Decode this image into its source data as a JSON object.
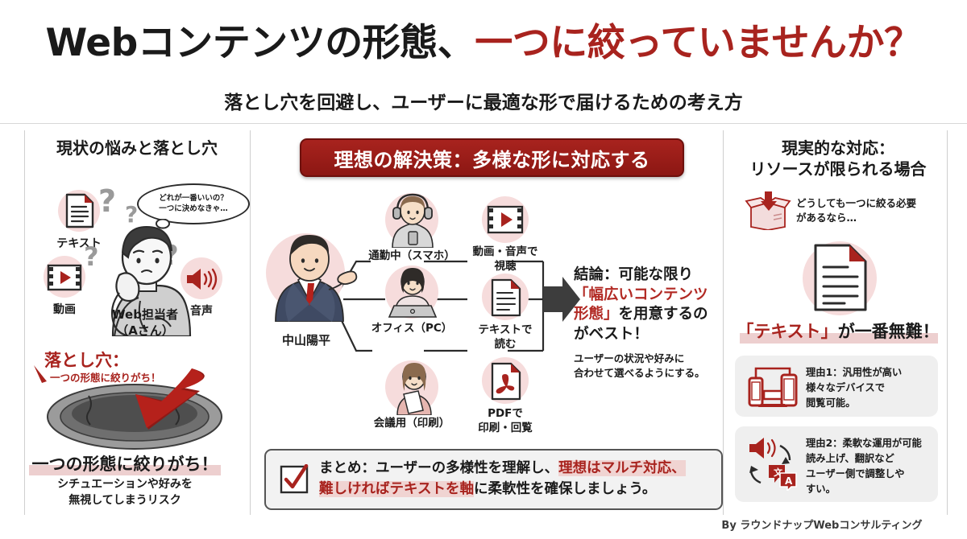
{
  "header": {
    "title_black_1": "Webコンテンツの形態、",
    "title_red": "一つに絞っていませんか？",
    "subtitle": "落とし穴を回避し、ユーザーに最適な形で届けるための考え方"
  },
  "left_column": {
    "heading": "現状の悩みと落とし穴",
    "icons": [
      {
        "name": "text-icon",
        "label": "テキスト"
      },
      {
        "name": "video-icon",
        "label": "動画"
      },
      {
        "name": "audio-icon",
        "label": "音声"
      }
    ],
    "thought_bubble": {
      "line1": "どれが一番いいの？",
      "line2": "一つに決めなきゃ…"
    },
    "person_label_line1": "Web担当者",
    "person_label_line2": "（Aさん）",
    "pitfall_title": "落とし穴：",
    "pitfall_sub": "一つの形態に絞りがち！",
    "bottom_strong": "一つの形態に絞りがち！",
    "bottom_note_line1": "シチュエーションや好みを",
    "bottom_note_line2": "無視してしまうリスク"
  },
  "center_column": {
    "banner": "理想の解決策：多様な形に対応する",
    "source_label": "中山陽平",
    "branches": [
      {
        "context": "通勤中（スマホ）",
        "outcome_line1": "動画・音声で",
        "outcome_line2": "視聴",
        "outcome_icon": "video-icon"
      },
      {
        "context": "オフィス（PC）",
        "outcome_line1": "テキストで",
        "outcome_line2": "読む",
        "outcome_icon": "text-document-icon"
      },
      {
        "context": "会議用（印刷）",
        "outcome_line1": "PDFで",
        "outcome_line2": "印刷・回覧",
        "outcome_icon": "pdf-icon"
      }
    ],
    "conclusion": {
      "line1": "結論：可能な限り",
      "line2_red": "「幅広いコンテンツ",
      "line3_red": "形態」",
      "line3_rest": "を用意するの",
      "line4": "がベスト！",
      "note_line1": "ユーザーの状況や好みに",
      "note_line2": "合わせて選べるようにする。"
    },
    "summary": {
      "line1_a": "まとめ：ユーザーの多様性を理解し、",
      "line1_mark": "理想はマルチ対応、",
      "line2_mark": "難しければテキストを軸",
      "line2_b": "に柔軟性を確保しましょう。"
    }
  },
  "right_column": {
    "heading_line1": "現実的な対応：",
    "heading_line2": "リソースが限られる場合",
    "box_note_line1": "どうしても一つに絞る必要",
    "box_note_line2": "があるなら…",
    "text_best_quoted": "「テキスト」",
    "text_best_rest": "が一番無難！",
    "reasons": [
      {
        "icon": "devices-icon",
        "line1": "理由1：汎用性が高い",
        "line2": "様々なデバイスで",
        "line3": "閲覧可能。"
      },
      {
        "icon": "speaker-translate-icon",
        "line1": "理由2：柔軟な運用が可能",
        "line2": "読み上げ、翻訳など",
        "line3": "ユーザー側で調整しや",
        "line4": "すい。"
      }
    ]
  },
  "footer": {
    "credit": "By ラウンドナップWebコンサルティング"
  },
  "colors": {
    "dark_red": "#a8231e",
    "banner_red": "#8c1713",
    "pink_blob": "#f6dcdc",
    "highlight_band": "#edcfcf",
    "box_gray": "#efefef",
    "divider": "#cfcfcf"
  }
}
